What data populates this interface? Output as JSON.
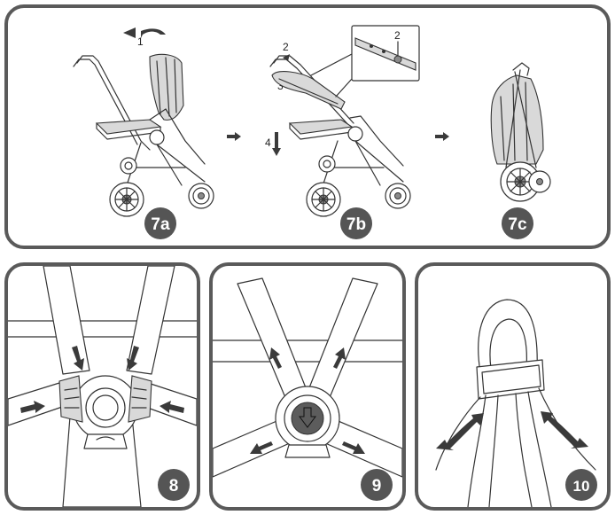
{
  "steps": {
    "s7a": {
      "label": "7a"
    },
    "s7b": {
      "label": "7b"
    },
    "s7c": {
      "label": "7c"
    },
    "s8": {
      "label": "8"
    },
    "s9": {
      "label": "9"
    },
    "s10": {
      "label": "10"
    }
  },
  "callouts": {
    "c1": "1",
    "c2": "2",
    "c3": "3",
    "c4": "4",
    "c2_detail": "2"
  },
  "colors": {
    "badge": "#555555",
    "border": "#5a5a5a",
    "arrow": "#3a3a3a"
  }
}
